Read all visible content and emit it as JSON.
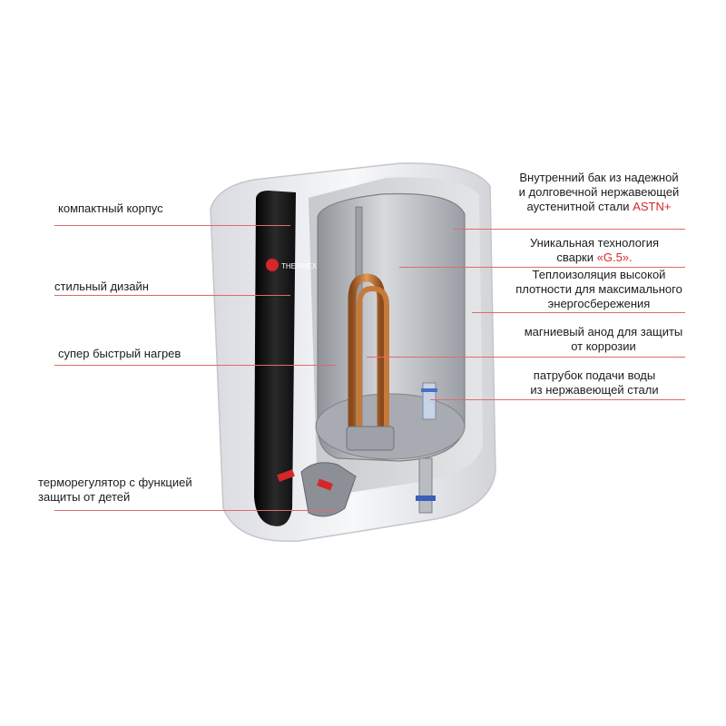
{
  "colors": {
    "leader": "#e06a6a",
    "accent": "#d6262b",
    "stripe": "#1b1b1b",
    "body": "#f1f2f4",
    "tank": "#b8bbc0",
    "copper": "#b8672c"
  },
  "product": {
    "logo_text": "THERMEX"
  },
  "callouts": {
    "compact_body": "компактный корпус",
    "stylish_design": "стильный дизайн",
    "fast_heating": "супер быстрый нагрев",
    "thermostat_1": "терморегулятор с функцией",
    "thermostat_2": "защиты от детей",
    "inner_tank_1": "Внутренний бак из надежной",
    "inner_tank_2": "и долговечной нержавеющей",
    "inner_tank_3": "аустенитной стали",
    "inner_tank_accent": "ASTN+",
    "tech_1": "Уникальная технология",
    "tech_2": "сварки",
    "tech_accent": "«G.5».",
    "insulation_1": "Теплоизоляция высокой",
    "insulation_2": "плотности для максимального",
    "insulation_3": "энергосбережения",
    "anode_1": "магниевый анод для защиты",
    "anode_2": "от коррозии",
    "pipe_1": "патрубок подачи воды",
    "pipe_2": "из нержавеющей стали"
  }
}
